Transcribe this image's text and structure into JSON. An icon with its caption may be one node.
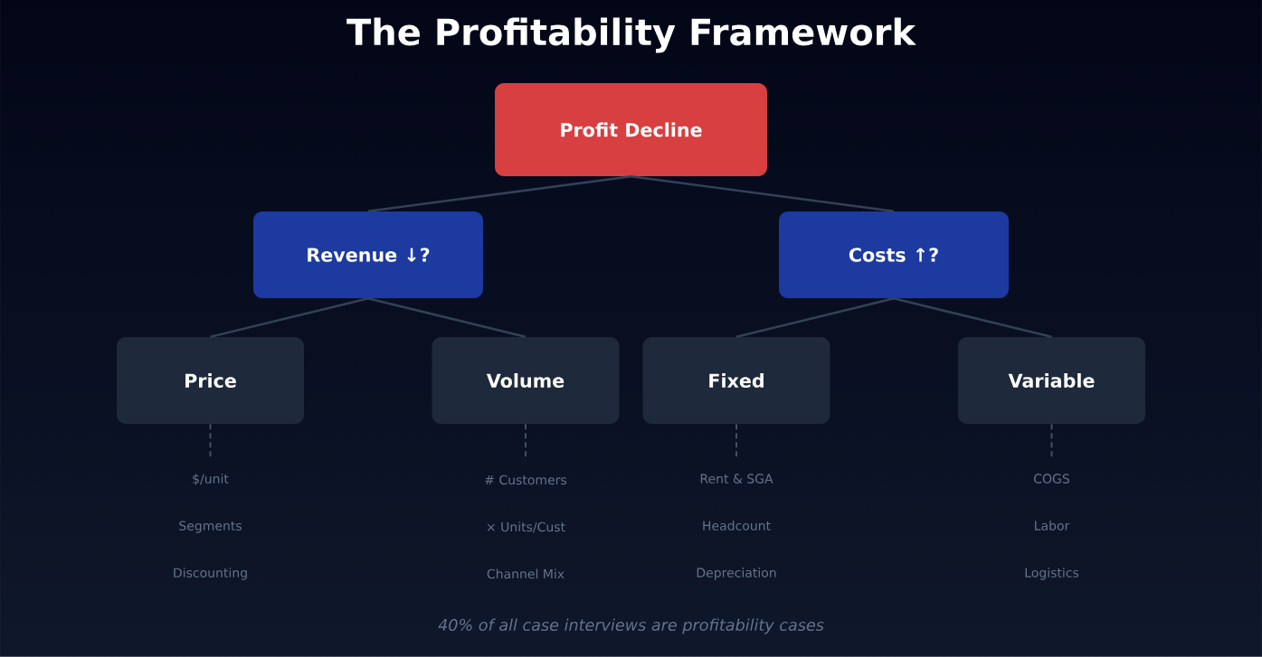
{
  "diagram": {
    "title": "The Profitability Framework",
    "caption": "40% of all case interviews are profitability cases",
    "nodes": [
      {
        "text": [
          "Profit Decline"
        ]
      },
      {
        "text": [
          "Revenue ↓?"
        ]
      },
      {
        "text": [
          "Costs ↑?"
        ]
      },
      {
        "text": [
          "Price"
        ]
      },
      {
        "text": [
          "Volume"
        ]
      },
      {
        "text": [
          "Fixed"
        ]
      },
      {
        "text": [
          "Variable"
        ]
      },
      {
        "text": [
          "$/unit",
          "Segments",
          "Discounting"
        ]
      },
      {
        "text": [
          "# Customers",
          "× Units/Cust",
          "Channel Mix"
        ]
      },
      {
        "text": [
          "Rent & SGA",
          "Headcount",
          "Depreciation"
        ]
      },
      {
        "text": [
          "COGS",
          "Labor",
          "Logistics"
        ]
      }
    ],
    "edges": [
      {
        "from": 0,
        "to": 1,
        "arrow": "none"
      },
      {
        "from": 0,
        "to": 2,
        "arrow": "none"
      },
      {
        "from": 1,
        "to": 3,
        "arrow": "none"
      },
      {
        "from": 1,
        "to": 4,
        "arrow": "none"
      },
      {
        "from": 2,
        "to": 5,
        "arrow": "none"
      },
      {
        "from": 2,
        "to": 6,
        "arrow": "none"
      },
      {
        "from": 3,
        "to": 7,
        "arrow": "none",
        "style": "dashed",
        "color": "#475569"
      },
      {
        "from": 4,
        "to": 8,
        "arrow": "none",
        "style": "dashed",
        "color": "#475569"
      },
      {
        "from": 5,
        "to": 9,
        "arrow": "none",
        "style": "dashed",
        "color": "#475569"
      },
      {
        "from": 6,
        "to": 10,
        "arrow": "none",
        "style": "dashed",
        "color": "#475569"
      }
    ]
  }
}
